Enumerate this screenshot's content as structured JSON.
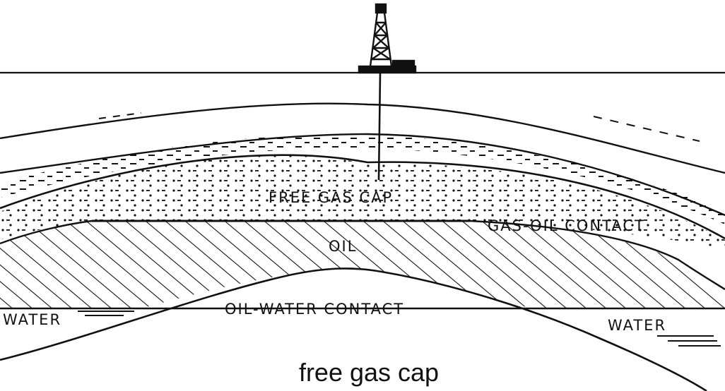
{
  "labels": {
    "gas_cap": "FREE GAS CAP",
    "gas_oil_contact": "GAS-OIL CONTACT",
    "oil": "OIL",
    "oil_water_contact": "OIL-WATER CONTACT",
    "water_left": "WATER",
    "water_right": "WATER"
  },
  "caption": "free gas cap",
  "colors": {
    "ink": "#111111",
    "background": "#ffffff"
  }
}
